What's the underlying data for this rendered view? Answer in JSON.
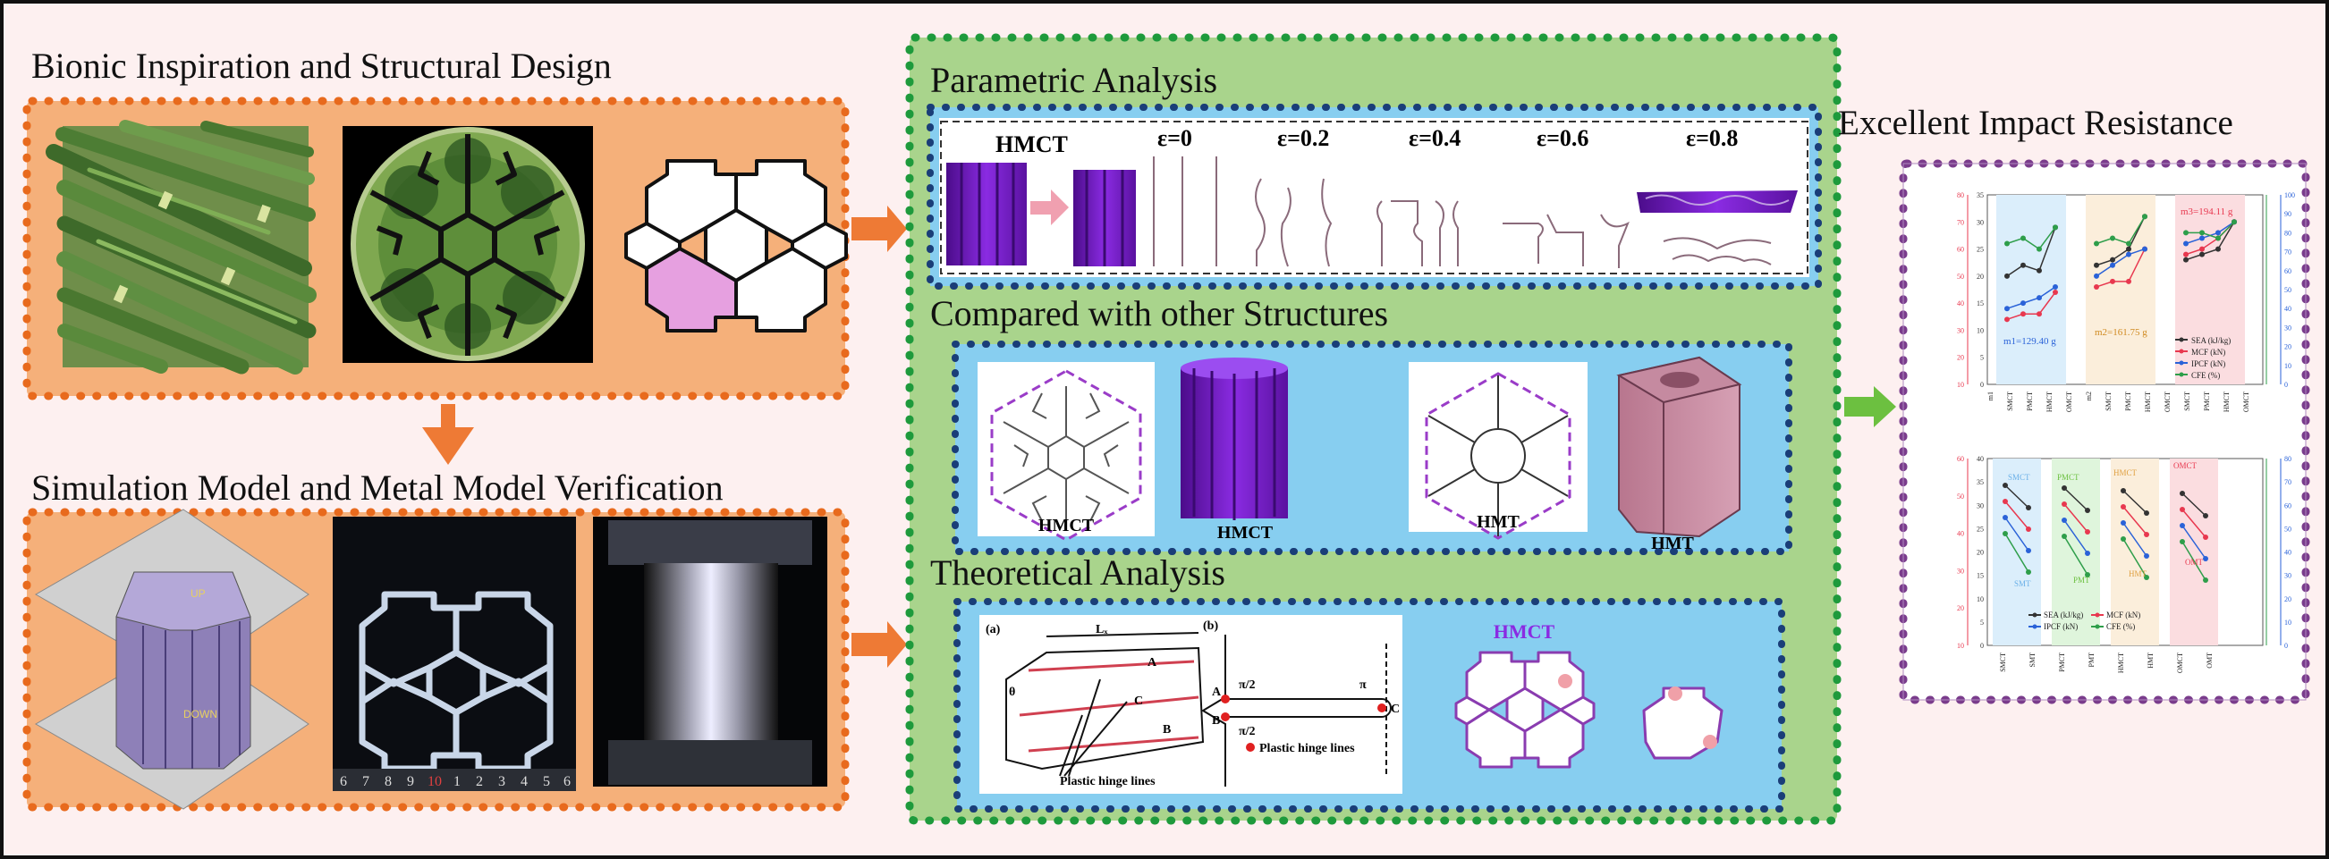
{
  "sections": {
    "bionic": "Bionic Inspiration and Structural Design",
    "simulation": "Simulation Model and Metal Model Verification",
    "parametric": "Parametric Analysis",
    "compared": "Compared with other Structures",
    "theoretical": "Theoretical Analysis",
    "impact": "Excellent Impact Resistance"
  },
  "parametric": {
    "model": "HMCT",
    "strains": [
      "ε=0",
      "ε=0.2",
      "ε=0.4",
      "ε=0.6",
      "ε=0.8"
    ]
  },
  "compared": {
    "hmct_section": "HMCT",
    "hmct_3d": "HMCT",
    "hmt_section": "HMT",
    "hmt_3d": "HMT"
  },
  "theory": {
    "panel_a": "(a)",
    "panel_b": "(b)",
    "lc": "Lₓ",
    "pt_a": "A",
    "pt_b": "B",
    "pt_c": "C",
    "theta": "θ",
    "hinge_lines_a": "Plastic hinge lines",
    "hinge_lines_b": "Plastic hinge lines",
    "pi_half_top": "π/2",
    "pi_half_bot": "π/2",
    "pi": "π",
    "hmct": "HMCT"
  },
  "ruler": [
    "6",
    "7",
    "8",
    "9",
    "10",
    "1",
    "2",
    "3",
    "4",
    "5",
    "6"
  ],
  "sim_labels": {
    "up": "UP",
    "down": "DOWN"
  },
  "colors": {
    "orange": "#f5b07a",
    "orange_dots": "#e86a1d",
    "green": "#a9d48c",
    "green_dots": "#1e9a3c",
    "blue": "#87cef0",
    "blue_dots": "#1a3e78",
    "purple_dots": "#7a3c8c",
    "arrow_orange": "#ee7a35",
    "arrow_green": "#6cc040",
    "violet": "#8a2be2",
    "pink": "#e6a0e0"
  },
  "chart_data": [
    {
      "type": "bar",
      "categories": [
        "m1",
        "SMCT",
        "PMCT",
        "HMCT",
        "OMCT",
        "m2",
        "SMCT",
        "PMCT",
        "HMCT",
        "OMCT",
        "SMCT",
        "PMCT",
        "HMCT",
        "OMCT"
      ],
      "groups": [
        {
          "label": "m1=129.40 g",
          "items": [
            "SMCT",
            "PMCT",
            "HMCT",
            "OMCT"
          ]
        },
        {
          "label": "m2=161.75 g",
          "items": [
            "SMCT",
            "PMCT",
            "HMCT",
            "OMCT"
          ]
        },
        {
          "label": "m3=194.11 g",
          "items": [
            "SMCT",
            "PMCT",
            "HMCT",
            "OMCT"
          ]
        }
      ],
      "legend": [
        "SEA (kJ/kg)",
        "MCF (kN)",
        "IPCF (kN)",
        "CFE (%)"
      ],
      "left_ticks": [
        10,
        20,
        30,
        40,
        50,
        60,
        70,
        80
      ],
      "mid_ticks": [
        0,
        5,
        10,
        15,
        20,
        25,
        30,
        35
      ],
      "right_ticks": [
        0,
        10,
        20,
        30,
        40,
        50,
        60,
        70,
        80,
        90,
        100
      ],
      "series": [
        {
          "values": [
            [
              20,
              22,
              21,
              29
            ],
            [
              22,
              23,
              25,
              31
            ],
            [
              23,
              24,
              25,
              30
            ]
          ]
        },
        {
          "values": [
            [
              12,
              13,
              13,
              17
            ],
            [
              18,
              19,
              19,
              25
            ],
            [
              24,
              25,
              27,
              30
            ]
          ]
        },
        {
          "values": [
            [
              14,
              15,
              16,
              18
            ],
            [
              20,
              22,
              24,
              25
            ],
            [
              26,
              27,
              28,
              30
            ]
          ]
        },
        {
          "values": [
            [
              26,
              27,
              25,
              29
            ],
            [
              26,
              27,
              26,
              31
            ],
            [
              28,
              28,
              27,
              30
            ]
          ]
        }
      ]
    },
    {
      "type": "line",
      "groups": [
        {
          "labels": [
            "SMCT",
            "SMT"
          ]
        },
        {
          "labels": [
            "PMCT",
            "PMT"
          ]
        },
        {
          "labels": [
            "HMCT",
            "HMT"
          ]
        },
        {
          "labels": [
            "OMCT",
            "OMT"
          ]
        }
      ],
      "categories": [
        "SMCT",
        "SMT",
        "PMCT",
        "PMT",
        "HMCT",
        "HMT",
        "OMCT",
        "OMT"
      ],
      "legend": [
        "SEA (kJ/kg)",
        "MCF (kN)",
        "IPCF (kN)",
        "CFE (%)"
      ],
      "left_ticks": [
        10,
        20,
        30,
        40,
        50,
        60
      ],
      "mid_ticks": [
        0,
        5,
        10,
        15,
        20,
        25,
        30,
        35,
        40
      ],
      "right_ticks": [
        0,
        10,
        20,
        30,
        40,
        50,
        60,
        70,
        80
      ]
    }
  ]
}
